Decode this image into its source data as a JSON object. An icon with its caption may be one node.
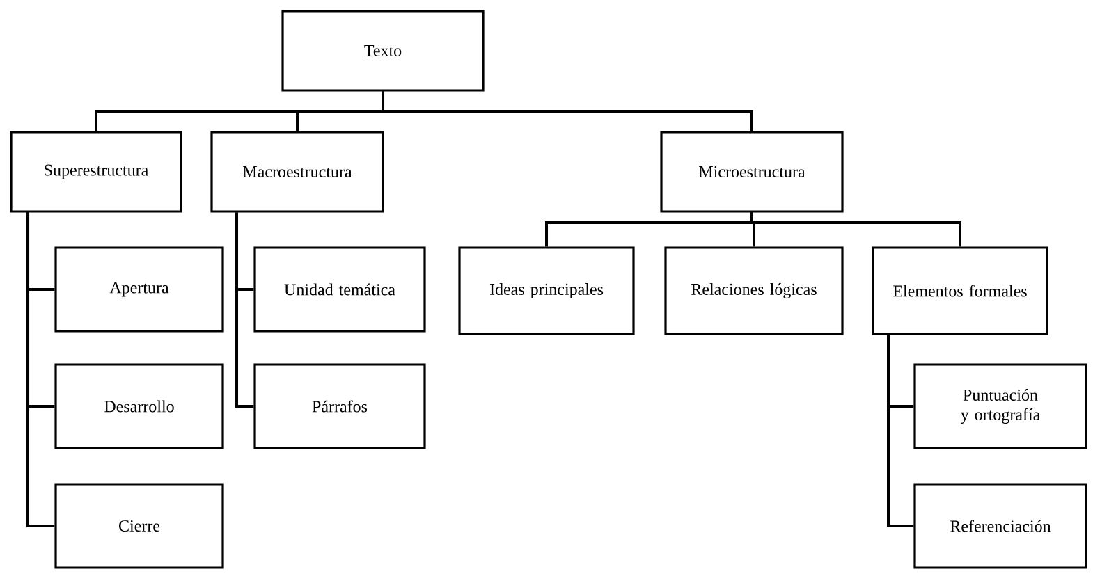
{
  "diagram": {
    "nodes": [
      {
        "text": [
          "Texto"
        ]
      },
      {
        "text": [
          "Superestructura"
        ]
      },
      {
        "text": [
          "Macroestructura"
        ]
      },
      {
        "text": [
          "Microestructura"
        ]
      },
      {
        "text": [
          "Apertura"
        ]
      },
      {
        "text": [
          "Desarrollo"
        ]
      },
      {
        "text": [
          "Cierre"
        ]
      },
      {
        "text": [
          "Unidad temática"
        ]
      },
      {
        "text": [
          "Párrafos"
        ]
      },
      {
        "text": [
          "Ideas principales"
        ]
      },
      {
        "text": [
          "Relaciones lógicas"
        ]
      },
      {
        "text": [
          "Elementos formales"
        ]
      },
      {
        "text": [
          "Puntuación y ortografía"
        ]
      },
      {
        "text": [
          "Referenciación"
        ]
      }
    ],
    "edges": [
      {
        "from": 0,
        "to": 1,
        "arrow": "none"
      },
      {
        "from": 0,
        "to": 2,
        "arrow": "none"
      },
      {
        "from": 0,
        "to": 3,
        "arrow": "none"
      },
      {
        "from": 1,
        "to": 4,
        "arrow": "none"
      },
      {
        "from": 1,
        "to": 5,
        "arrow": "none"
      },
      {
        "from": 1,
        "to": 6,
        "arrow": "none"
      },
      {
        "from": 2,
        "to": 7,
        "arrow": "none"
      },
      {
        "from": 2,
        "to": 8,
        "arrow": "none"
      },
      {
        "from": 3,
        "to": 9,
        "arrow": "none"
      },
      {
        "from": 3,
        "to": 10,
        "arrow": "none"
      },
      {
        "from": 3,
        "to": 11,
        "arrow": "none"
      },
      {
        "from": 11,
        "to": 12,
        "arrow": "none"
      },
      {
        "from": 11,
        "to": 13,
        "arrow": "none"
      }
    ]
  }
}
